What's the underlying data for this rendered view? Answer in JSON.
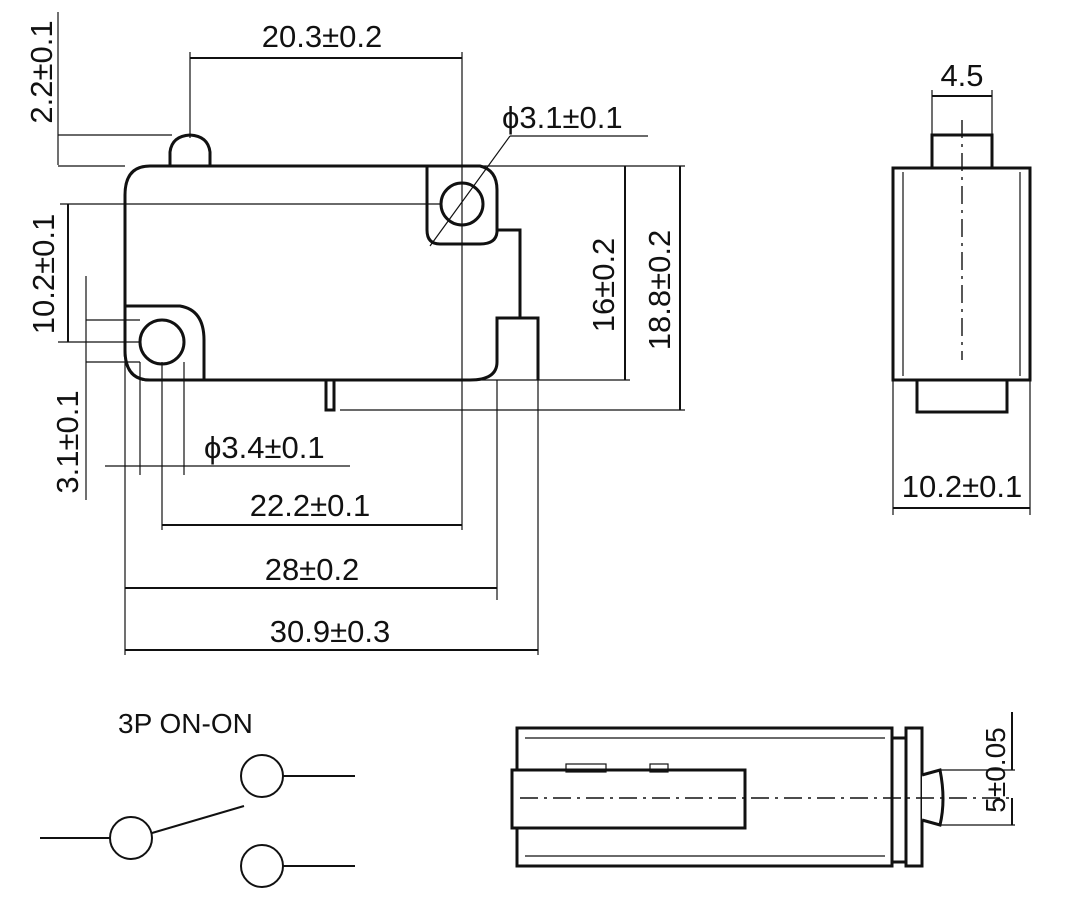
{
  "dimensions": {
    "top_width": "20.3±0.2",
    "left_top": "2.2±0.1",
    "hole_top": "ϕ3.1±0.1",
    "left_mid": "10.2±0.1",
    "right_inner": "16±0.2",
    "right_outer": "18.8±0.2",
    "left_low": "3.1±0.1",
    "hole_bottom": "ϕ3.4±0.1",
    "bottom_1": "22.2±0.1",
    "bottom_2": "28±0.2",
    "bottom_3": "30.9±0.3",
    "side_top": "4.5",
    "side_bottom": "10.2±0.1",
    "bottom_view_right": "5±0.05"
  },
  "schematic": {
    "title": "3P ON-ON"
  },
  "colors": {
    "ink": "#111111",
    "background": "#ffffff"
  }
}
